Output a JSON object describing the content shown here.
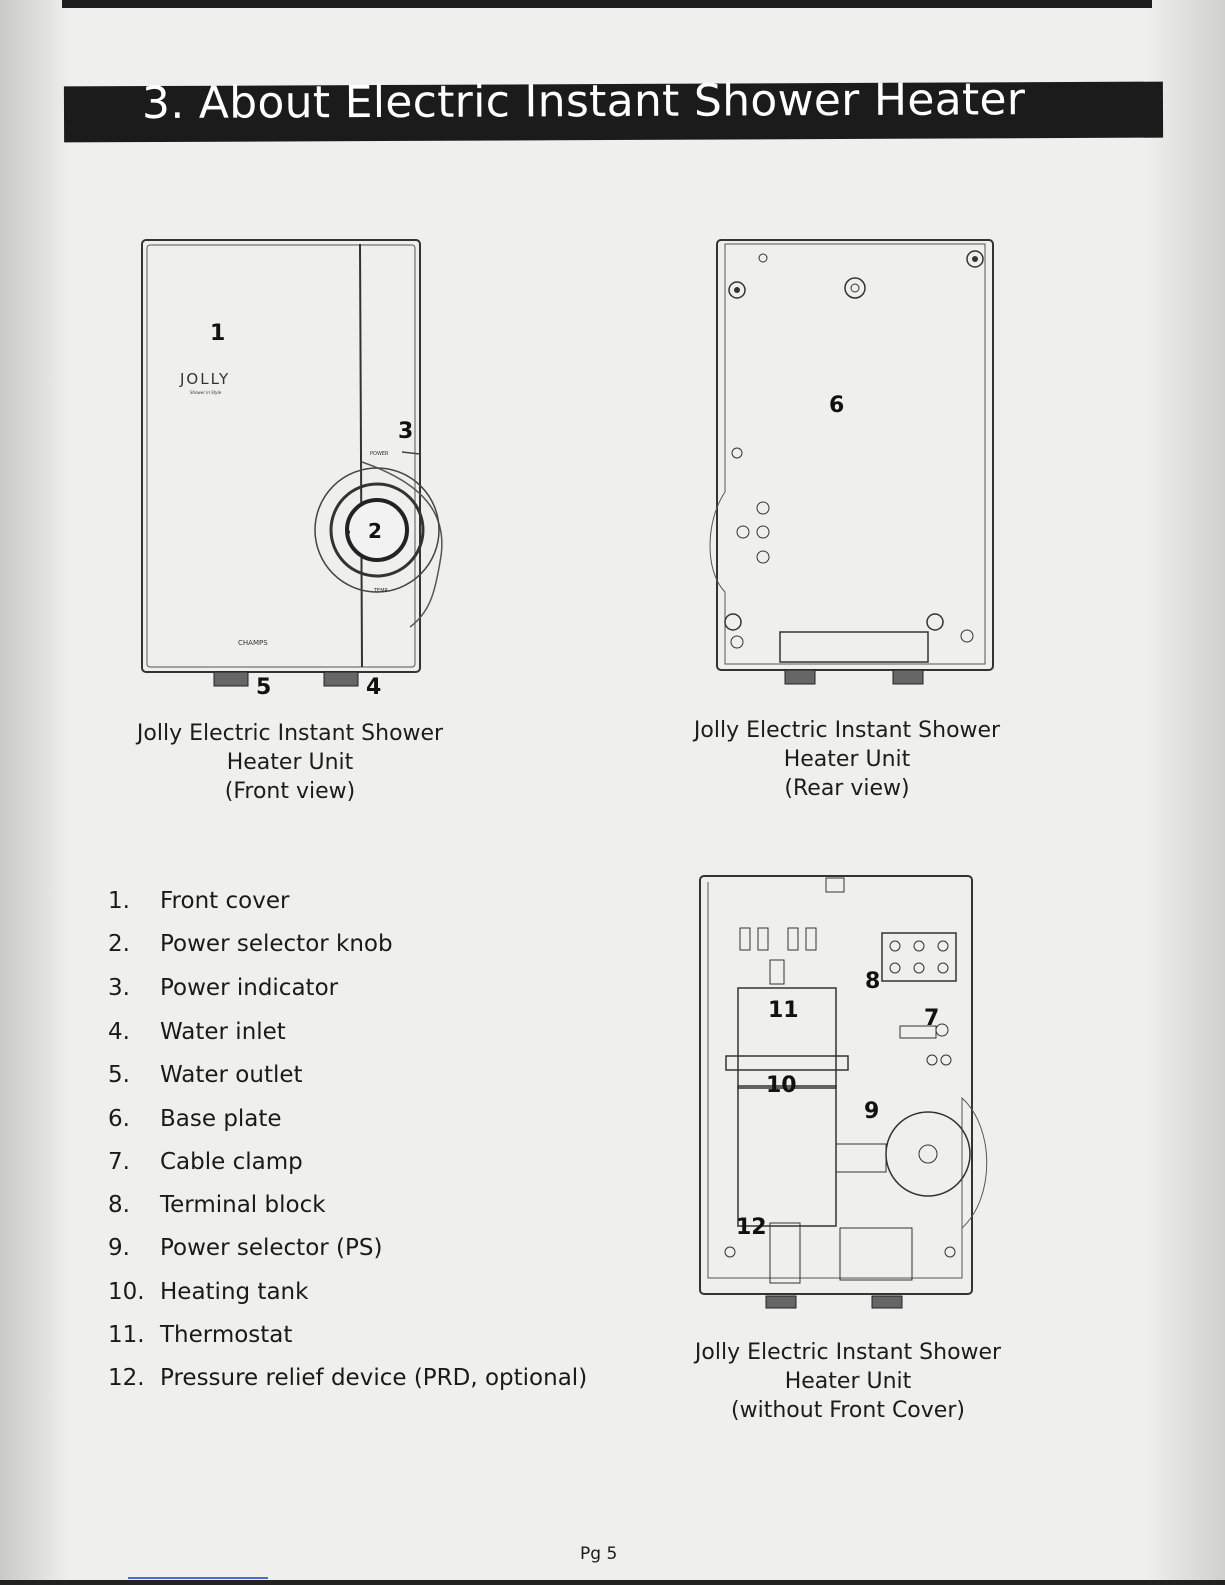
{
  "title": "3. About Electric Instant Shower Heater",
  "front_view": {
    "brand": "JOLLY",
    "tagline": "Shower In Style",
    "maker": "CHAMPS",
    "power_label": "POWER",
    "temp_label": "TEMP",
    "callouts": [
      "1",
      "2",
      "3",
      "4",
      "5"
    ],
    "caption": [
      "Jolly Electric Instant Shower",
      "Heater Unit",
      "(Front view)"
    ]
  },
  "rear_view": {
    "callouts": [
      "6"
    ],
    "caption": [
      "Jolly Electric Instant Shower",
      "Heater Unit",
      "(Rear view)"
    ]
  },
  "interior_view": {
    "callouts": [
      "7",
      "8",
      "9",
      "10",
      "11",
      "12"
    ],
    "caption": [
      "Jolly Electric Instant Shower",
      "Heater Unit",
      "(without Front Cover)"
    ]
  },
  "parts": [
    {
      "num": "1.",
      "name": "Front cover"
    },
    {
      "num": "2.",
      "name": "Power selector knob"
    },
    {
      "num": "3.",
      "name": "Power indicator"
    },
    {
      "num": "4.",
      "name": "Water inlet"
    },
    {
      "num": "5.",
      "name": "Water outlet"
    },
    {
      "num": "6.",
      "name": "Base plate"
    },
    {
      "num": "7.",
      "name": "Cable clamp"
    },
    {
      "num": "8.",
      "name": "Terminal block"
    },
    {
      "num": "9.",
      "name": "Power selector (PS)"
    },
    {
      "num": "10.",
      "name": "Heating tank"
    },
    {
      "num": "11.",
      "name": "Thermostat"
    },
    {
      "num": "12.",
      "name": "Pressure relief device (PRD, optional)"
    }
  ],
  "page_number": "Pg 5"
}
